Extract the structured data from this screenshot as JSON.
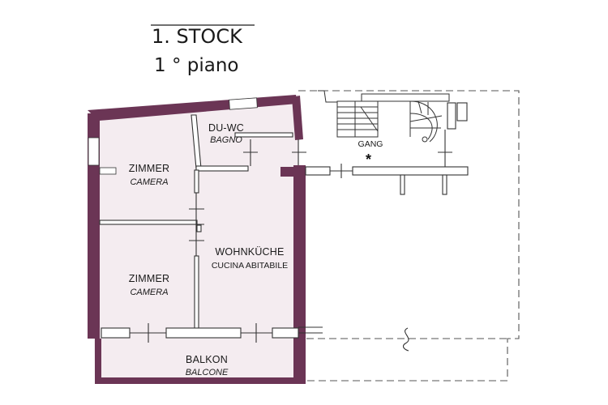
{
  "title": {
    "german": "1. STOCK",
    "italian": "1 ° piano"
  },
  "colors": {
    "wall": "#6b3555",
    "floor": "#f4ecf0",
    "line": "#222222",
    "dashed": "#555555"
  },
  "rooms": {
    "bathroom": {
      "name_de": "DU-WC",
      "name_it": "BAGNO"
    },
    "bedroom_top": {
      "name_de": "ZIMMER",
      "name_it": "CAMERA"
    },
    "bedroom_bottom": {
      "name_de": "ZIMMER",
      "name_it": "CAMERA"
    },
    "kitchen": {
      "name_de": "WOHNKÜCHE",
      "name_it": "CUCINA ABITABILE"
    },
    "balcony": {
      "name_de": "BALKON",
      "name_it": "BALCONE"
    },
    "hallway": {
      "name_de": "GANG",
      "marker": "*"
    }
  }
}
